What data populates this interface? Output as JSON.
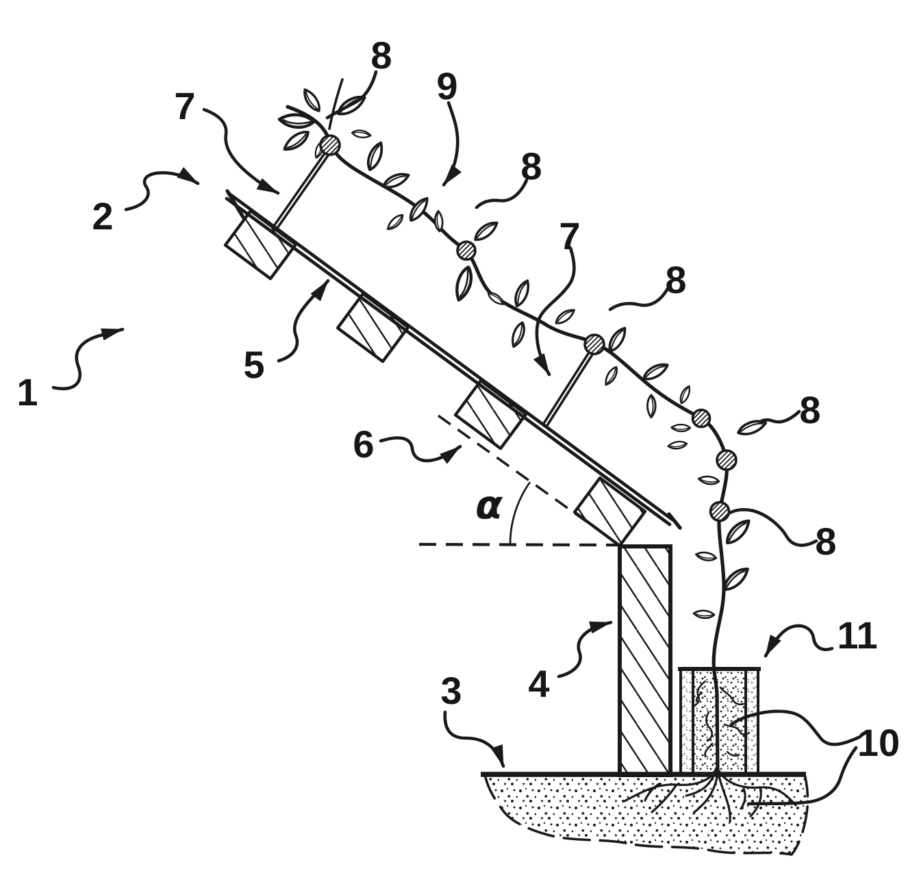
{
  "figure": {
    "kind": "patent-line-drawing",
    "colors": {
      "ink": "#1a1a1a",
      "paper": "#ffffff"
    }
  },
  "labels": {
    "l1": "1",
    "l2": "2",
    "l3": "3",
    "l4": "4",
    "l5": "5",
    "l6": "6",
    "l7": "7",
    "l8": "8",
    "l9": "9",
    "l10": "10",
    "l11": "11",
    "alpha": "α"
  },
  "reference_numerals_visible": [
    "1",
    "2",
    "3",
    "4",
    "5",
    "6",
    "7",
    "8",
    "9",
    "10",
    "11"
  ],
  "angle_symbol": "α"
}
